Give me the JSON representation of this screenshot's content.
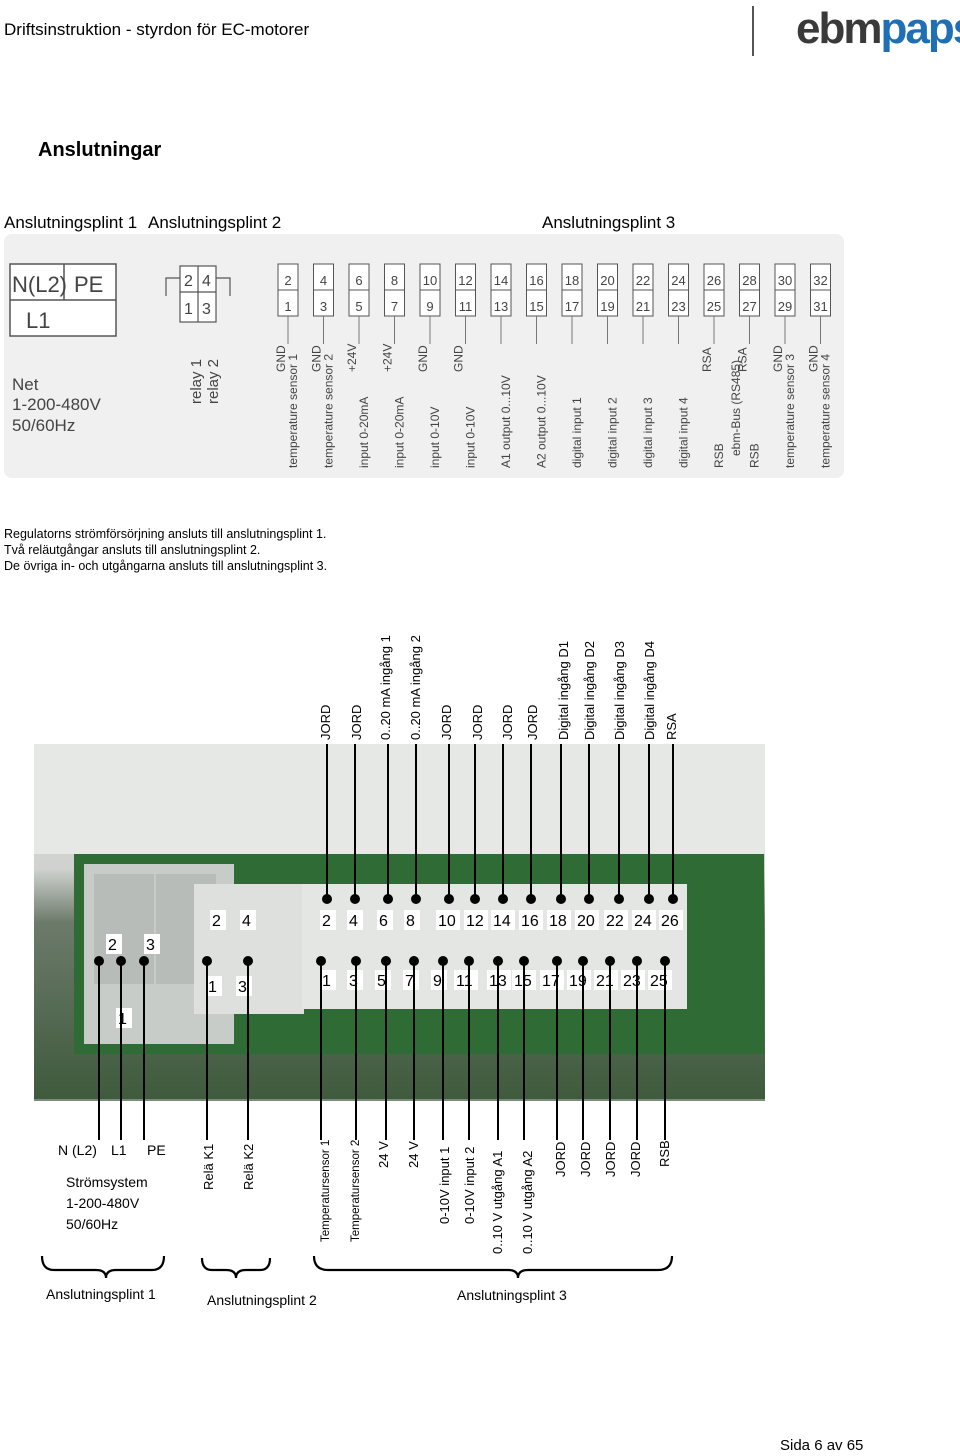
{
  "header": {
    "title": "Driftsinstruktion - styrdon för EC-motorer",
    "logo_dark": "ebm",
    "logo_blue": "papst"
  },
  "section_title": "Anslutningar",
  "plint_labels": {
    "p1": "Anslutningsplint 1",
    "p2": "Anslutningsplint 2",
    "p3": "Anslutningsplint 3"
  },
  "panel": {
    "net_box": {
      "n": "N(L2)",
      "pe": "PE",
      "l1": "L1"
    },
    "net_text": [
      "Net",
      "1-200-480V",
      "50/60Hz"
    ],
    "relay_terms": {
      "top": [
        "2",
        "4"
      ],
      "bottom": [
        "1",
        "3"
      ]
    },
    "relay_labels": [
      "relay 1",
      "relay 2"
    ],
    "top_numbers": [
      "2",
      "4",
      "6",
      "8",
      "10",
      "12",
      "14",
      "16",
      "18",
      "20",
      "22",
      "24",
      "26",
      "28",
      "30",
      "32"
    ],
    "bottom_numbers": [
      "1",
      "3",
      "5",
      "7",
      "9",
      "11",
      "13",
      "15",
      "17",
      "19",
      "21",
      "23",
      "25",
      "27",
      "29",
      "31"
    ],
    "signal_pairs": [
      [
        "GND",
        "temperature sensor 1"
      ],
      [
        "GND",
        "temperature sensor 2"
      ],
      [
        "+24V",
        "input 0-20mA"
      ],
      [
        "+24V",
        "input 0-20mA"
      ],
      [
        "GND",
        "input 0-10V"
      ],
      [
        "GND",
        "input 0-10V"
      ],
      [
        "",
        "A1 output 0...10V"
      ],
      [
        "",
        "A2 output 0...10V"
      ],
      [
        "",
        "digital input 1"
      ],
      [
        "",
        "digital input 2"
      ],
      [
        "",
        "digital input 3"
      ],
      [
        "",
        "digital input 4"
      ],
      [
        "RSA",
        "RSB"
      ],
      [
        "RSA",
        "RSB"
      ],
      [
        "GND",
        "temperature sensor 3"
      ],
      [
        "GND",
        "temperature sensor 4"
      ]
    ],
    "bus_label": "ebm-Bus (RS485)"
  },
  "paragraph": [
    "Regulatorns strömförsörjning ansluts till anslutningsplint 1.",
    "Två reläutgångar ansluts till anslutningsplint 2.",
    "De övriga in- och utgångarna ansluts till anslutningsplint 3."
  ],
  "top_labels": [
    "JORD",
    "JORD",
    "0..20 mA ingång 1",
    "0..20 mA ingång 2",
    "JORD",
    "JORD",
    "JORD",
    "JORD",
    "Digital ingång D1",
    "Digital ingång D2",
    "Digital ingång D3",
    "Digital ingång D4",
    "RSA"
  ],
  "photo_numbers": {
    "p1": [
      "2",
      "3",
      "1"
    ],
    "p2": [
      "2",
      "4",
      "1",
      "3"
    ],
    "p3_top": [
      "2",
      "4",
      "6",
      "8",
      "10",
      "12",
      "14",
      "16",
      "18",
      "20",
      "22",
      "24",
      "26"
    ],
    "p3_bottom": [
      "1",
      "3",
      "5",
      "7",
      "9",
      "11",
      "13",
      "15",
      "17",
      "19",
      "21",
      "23",
      "25"
    ]
  },
  "net_labels": {
    "n": "N (L2)",
    "l1": "L1",
    "pe": "PE",
    "system": "Strömsystem",
    "voltage": "1-200-480V",
    "freq": "50/60Hz"
  },
  "relay_bottom_labels": [
    "Relä K1",
    "Relä K2"
  ],
  "bottom_labels": [
    "Temperatursensor 1",
    "Temperatursensor 2",
    "24 V",
    "24 V",
    "0-10V input 1",
    "0-10V input 2",
    "0..10 V utgång A1",
    "0..10 V utgång A2",
    "JORD",
    "JORD",
    "JORD",
    "JORD",
    "RSB"
  ],
  "bottom_plints": {
    "p1": "Anslutningsplint  1",
    "p2": "Anslutningsplint  2",
    "p3": "Anslutningsplint 3"
  },
  "footer": {
    "page": "Sida 6 av 65"
  }
}
